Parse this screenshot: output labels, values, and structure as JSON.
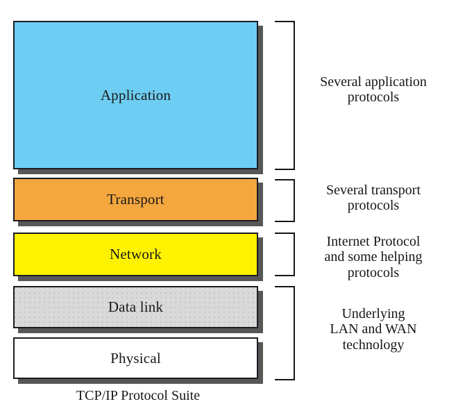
{
  "diagram": {
    "title": "TCP/IP Protocol Suite",
    "caption": "TCP/IP Protocol Suite",
    "layers": [
      {
        "name": "Application",
        "label": "Application",
        "color": "#6ecdf2"
      },
      {
        "name": "Transport",
        "label": "Transport",
        "color": "#f5a73f"
      },
      {
        "name": "Network",
        "label": "Network",
        "color": "#fff200"
      },
      {
        "name": "Data link",
        "label": "Data link",
        "color": "#d9d9d9"
      },
      {
        "name": "Physical",
        "label": "Physical",
        "color": "#ffffff"
      }
    ],
    "annotations": [
      {
        "id": "application-annotation",
        "lines": [
          "Several application",
          "protocols"
        ]
      },
      {
        "id": "transport-annotation",
        "lines": [
          "Several transport",
          "protocols"
        ]
      },
      {
        "id": "network-annotation",
        "lines": [
          "Internet Protocol",
          "and some helping",
          "protocols"
        ]
      },
      {
        "id": "link-physical-annotation",
        "lines": [
          "Underlying",
          "LAN and WAN",
          "technology"
        ]
      }
    ],
    "brackets": [
      {
        "id": "bracket-application",
        "covers": [
          "Application"
        ]
      },
      {
        "id": "bracket-transport",
        "covers": [
          "Transport"
        ]
      },
      {
        "id": "bracket-network",
        "covers": [
          "Network"
        ]
      },
      {
        "id": "bracket-link-physical",
        "covers": [
          "Data link",
          "Physical"
        ]
      }
    ],
    "colors": {
      "outline": "#1b1b24",
      "shadow": "#575757",
      "bracket": "#141414",
      "text": "#161616",
      "background": "#ffffff"
    }
  }
}
